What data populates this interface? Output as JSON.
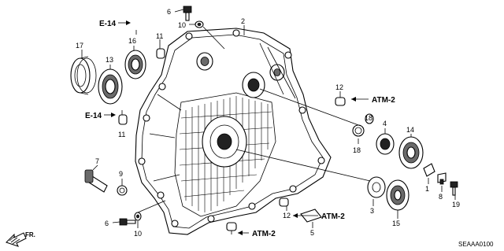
{
  "part_labels": [
    {
      "id": "p1",
      "text": "1"
    },
    {
      "id": "p2",
      "text": "2"
    },
    {
      "id": "p3",
      "text": "3"
    },
    {
      "id": "p4",
      "text": "4"
    },
    {
      "id": "p5",
      "text": "5"
    },
    {
      "id": "p6a",
      "text": "6"
    },
    {
      "id": "p6b",
      "text": "6"
    },
    {
      "id": "p7",
      "text": "7"
    },
    {
      "id": "p8",
      "text": "8"
    },
    {
      "id": "p9",
      "text": "9"
    },
    {
      "id": "p10a",
      "text": "10"
    },
    {
      "id": "p10b",
      "text": "10"
    },
    {
      "id": "p11a",
      "text": "11"
    },
    {
      "id": "p11b",
      "text": "11"
    },
    {
      "id": "p12a",
      "text": "12"
    },
    {
      "id": "p12b",
      "text": "12"
    },
    {
      "id": "p13",
      "text": "13"
    },
    {
      "id": "p14",
      "text": "14"
    },
    {
      "id": "p15",
      "text": "15"
    },
    {
      "id": "p16",
      "text": "16"
    },
    {
      "id": "p17",
      "text": "17"
    },
    {
      "id": "p18a",
      "text": "18"
    },
    {
      "id": "p18b",
      "text": "18"
    },
    {
      "id": "p19",
      "text": "19"
    }
  ],
  "refs": {
    "e14_top": "E-14",
    "e14_left": "E-14",
    "atm2_right": "ATM-2",
    "atm2_mid": "ATM-2",
    "atm2_bottom": "ATM-2"
  },
  "footer": {
    "fr_label": "FR.",
    "diagram_code": "SEAAA0100"
  }
}
